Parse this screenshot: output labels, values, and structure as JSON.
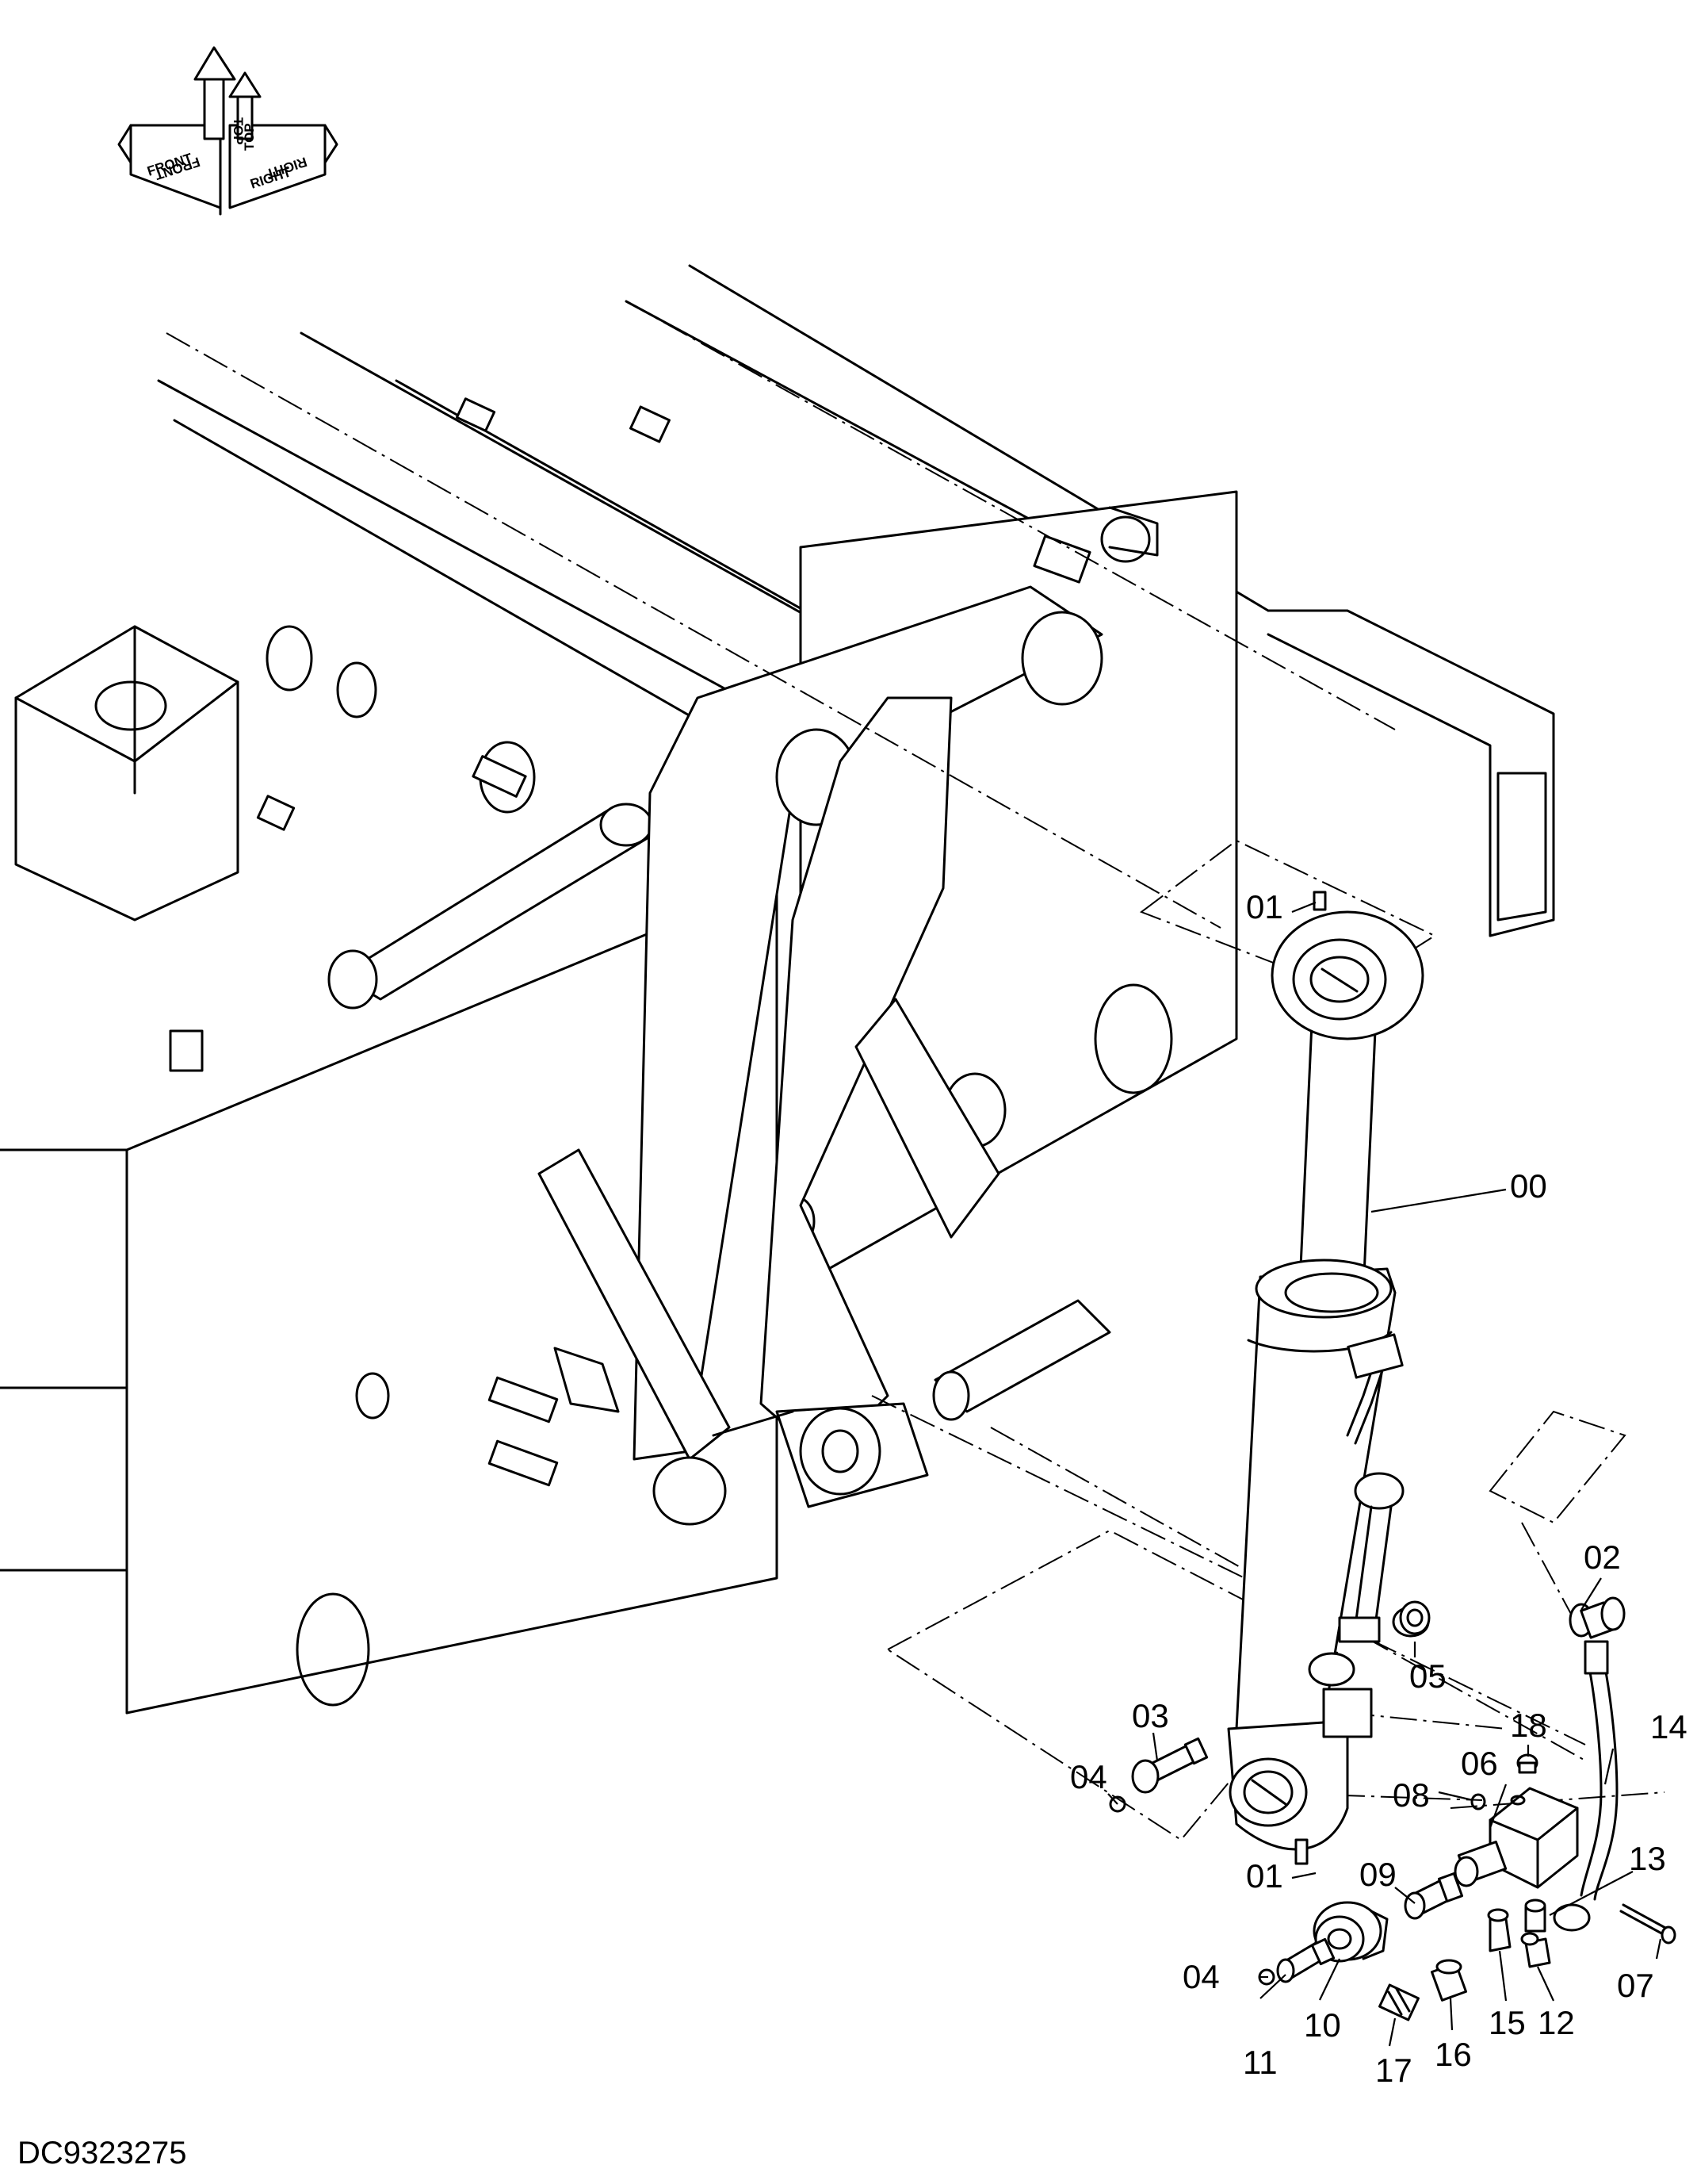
{
  "diagram": {
    "orientation": {
      "labels": [
        "FRONT",
        "TOP",
        "RIGHT"
      ],
      "mirrored_labels": [
        "FRONT",
        "TOP",
        "RIGHT"
      ]
    },
    "callouts": [
      "00",
      "01",
      "01",
      "02",
      "03",
      "04",
      "04",
      "05",
      "06",
      "07",
      "08",
      "09",
      "10",
      "11",
      "12",
      "13",
      "14",
      "15",
      "16",
      "17",
      "18"
    ],
    "drawing_id": "DC9323275"
  }
}
